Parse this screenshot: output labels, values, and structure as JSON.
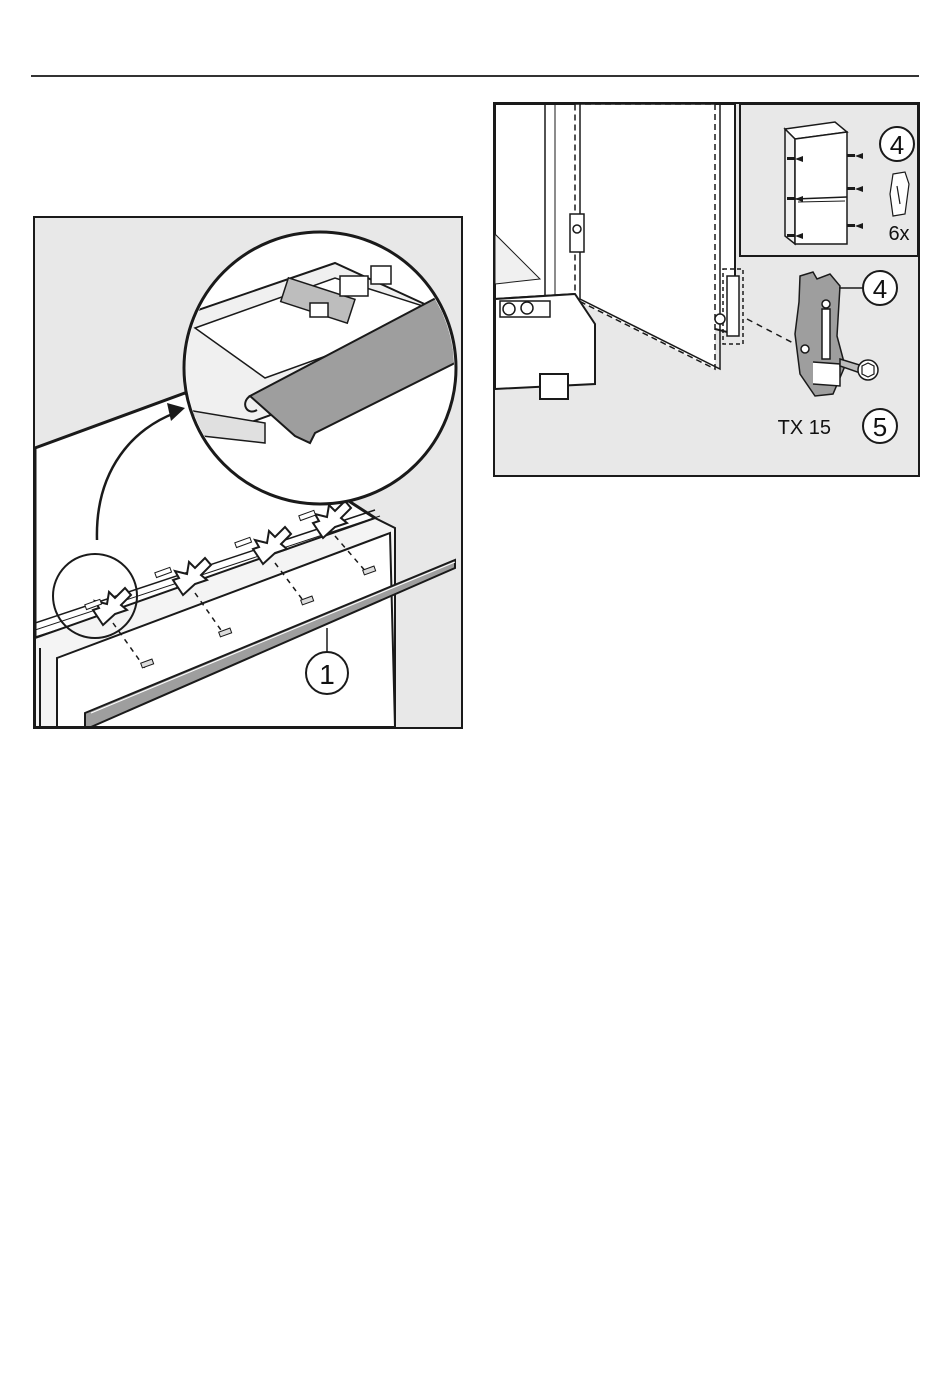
{
  "figures": {
    "left": {
      "callouts": [
        "1"
      ]
    },
    "right": {
      "callouts": [
        "4",
        "4",
        "5"
      ],
      "quantity_label": "6x",
      "tool_label": "TX 15"
    }
  },
  "colors": {
    "background": "#e8e8e8",
    "line": "#1a1a1a",
    "panel": "#ffffff",
    "strip": "#9e9e9e"
  }
}
